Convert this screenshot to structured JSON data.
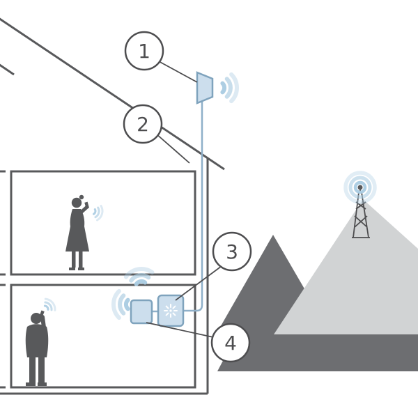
{
  "palette": {
    "dark_gray": "#58595b",
    "outline_gray": "#4d4d4f",
    "mountain_dark": "#6d6e71",
    "mountain_light": "#d1d3d4",
    "signal_blue": "#a9cbe1",
    "signal_blue_soft": "#c7ddec",
    "device_fill": "#ccdeed",
    "device_stroke": "#7fa3bd",
    "cable_blue": "#8fb0c9",
    "white": "#ffffff"
  },
  "callouts": [
    {
      "label": "1"
    },
    {
      "label": "2"
    },
    {
      "label": "3"
    },
    {
      "label": "4"
    }
  ]
}
